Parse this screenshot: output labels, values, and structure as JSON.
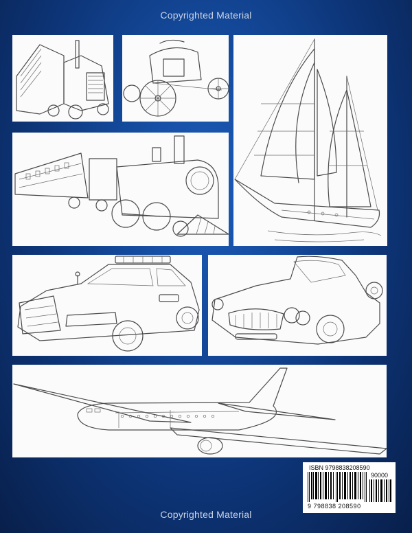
{
  "watermark": {
    "top": "Copyrighted Material",
    "bottom": "Copyrighted Material"
  },
  "panels": [
    {
      "name": "semi-truck"
    },
    {
      "name": "horse-carriage"
    },
    {
      "name": "tall-ship"
    },
    {
      "name": "steam-locomotive"
    },
    {
      "name": "police-car"
    },
    {
      "name": "classic-convertible"
    },
    {
      "name": "airliner"
    }
  ],
  "barcode": {
    "isbn_label": "ISBN 9798838208590",
    "price_code": "90000",
    "digits": "9 798838 208590"
  },
  "colors": {
    "background_center": "#1c5bb8",
    "background_edge": "#081f4a",
    "panel": "#fbfbfb",
    "watermark": "#c9d3e3"
  }
}
